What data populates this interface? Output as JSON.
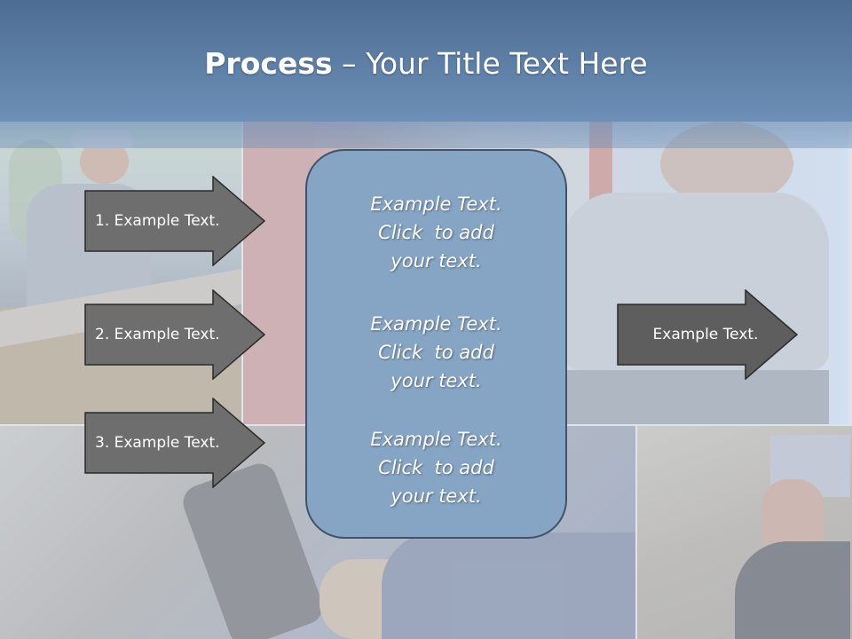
{
  "header": {
    "title_bold": "Process",
    "title_rest": " – Your Title Text Here"
  },
  "left_arrows": [
    {
      "label": "1. Example Text."
    },
    {
      "label": "2. Example Text."
    },
    {
      "label": "3. Example Text."
    }
  ],
  "center_box": {
    "blocks": [
      {
        "lines": [
          "Example Text.",
          "Click  to add",
          "your text."
        ]
      },
      {
        "lines": [
          "Example Text.",
          "Click  to add",
          "your text."
        ]
      },
      {
        "lines": [
          "Example Text.",
          "Click  to add",
          "your text."
        ]
      }
    ]
  },
  "right_arrow": {
    "label": "Example Text."
  },
  "colors": {
    "header": "#5c7ea6",
    "arrow_fill": "#6e6e6e",
    "arrow_outline": "#2a2a2a",
    "center_box_fill": "#86a5c5",
    "center_box_border": "#3f5369"
  }
}
